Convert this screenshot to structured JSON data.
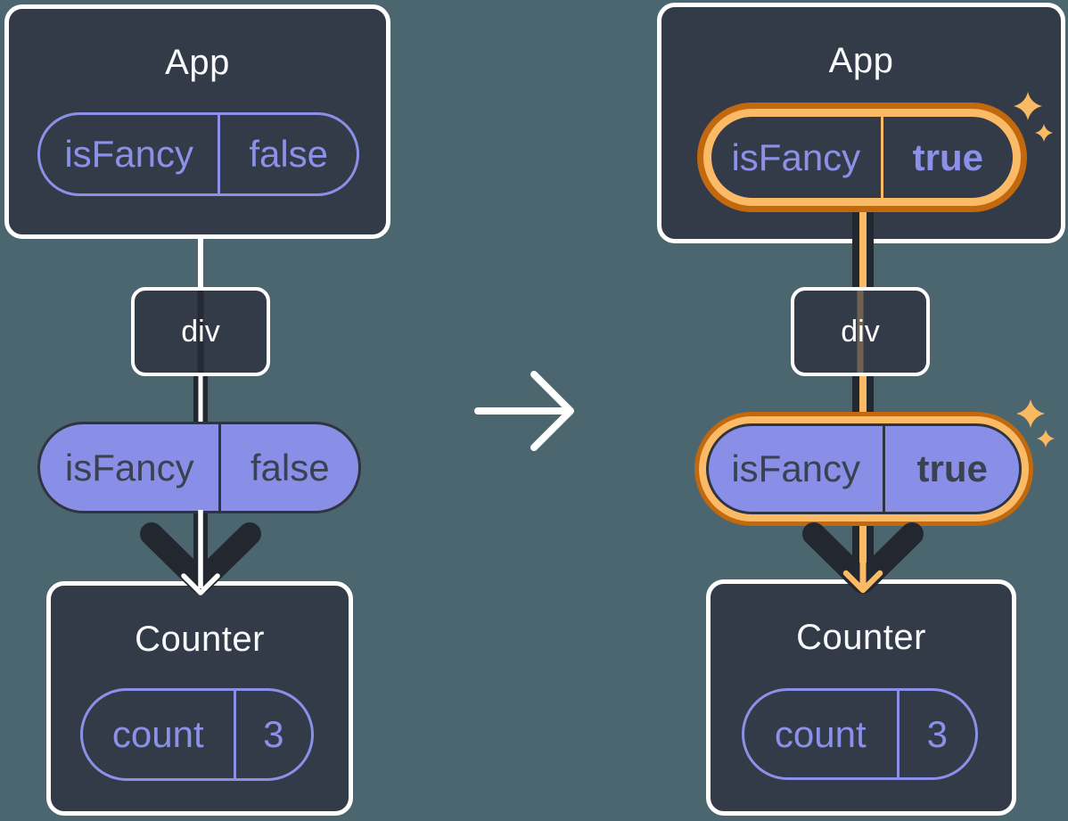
{
  "colors": {
    "background": "#4C6670",
    "card_fill": "#343B48",
    "card_border": "#FFFFFF",
    "purple": "#8B90E8",
    "purple_pill_fill": "#898FE7",
    "dark_text_on_purple": "#3A4150",
    "arrow_dark": "#23272F",
    "highlight_orange_dark": "#C2680F",
    "highlight_orange_light": "#FBBB66",
    "white": "#FFFFFF"
  },
  "icons": {
    "transition": "arrow-right-icon",
    "flow": "arrow-down-icon",
    "highlight": "sparkle-icon"
  },
  "before": {
    "app": {
      "title": "App",
      "state": {
        "key": "isFancy",
        "value": "false"
      }
    },
    "div": {
      "label": "div"
    },
    "prop": {
      "key": "isFancy",
      "value": "false"
    },
    "counter": {
      "title": "Counter",
      "state": {
        "key": "count",
        "value": "3"
      }
    }
  },
  "after": {
    "app": {
      "title": "App",
      "state": {
        "key": "isFancy",
        "value": "true"
      }
    },
    "div": {
      "label": "div"
    },
    "prop": {
      "key": "isFancy",
      "value": "true"
    },
    "counter": {
      "title": "Counter",
      "state": {
        "key": "count",
        "value": "3"
      }
    }
  }
}
